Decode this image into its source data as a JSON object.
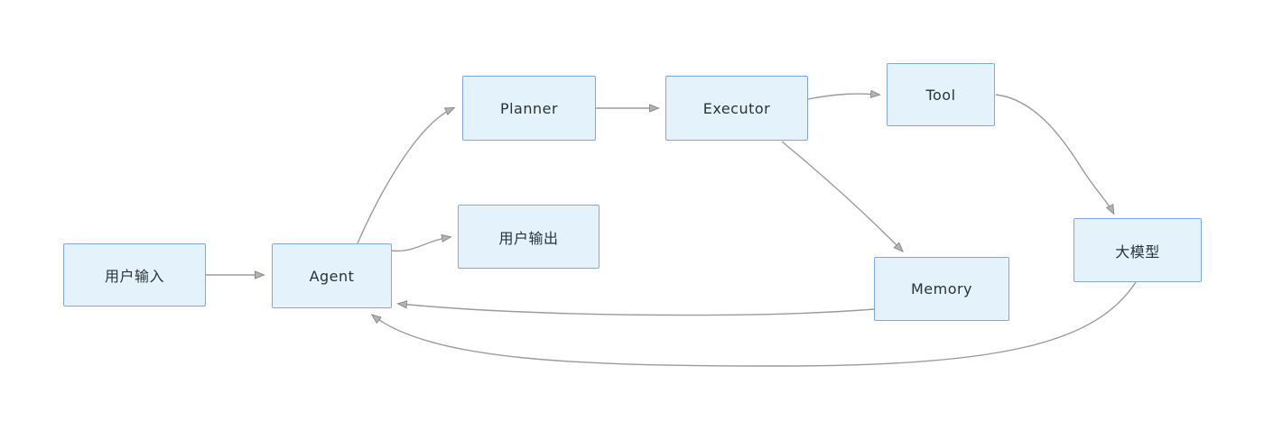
{
  "diagram": {
    "type": "flowchart",
    "background_color": "#ffffff",
    "node_fill_color": "#e4f2fc",
    "node_border_color": "#7ea9e6",
    "edge_color": "#9b9b9b",
    "text_color": "#29323c",
    "nodes": [
      {
        "id": "user-input",
        "label": "用户输入"
      },
      {
        "id": "agent",
        "label": "Agent"
      },
      {
        "id": "planner",
        "label": "Planner"
      },
      {
        "id": "executor",
        "label": "Executor"
      },
      {
        "id": "tool",
        "label": "Tool"
      },
      {
        "id": "user-output",
        "label": "用户输出"
      },
      {
        "id": "memory",
        "label": "Memory"
      },
      {
        "id": "big-model",
        "label": "大模型"
      }
    ],
    "edges": [
      {
        "from": "用户输入",
        "to": "Agent"
      },
      {
        "from": "Agent",
        "to": "Planner"
      },
      {
        "from": "Planner",
        "to": "Executor"
      },
      {
        "from": "Executor",
        "to": "Tool"
      },
      {
        "from": "Agent",
        "to": "用户输出"
      },
      {
        "from": "Executor",
        "to": "Memory"
      },
      {
        "from": "Tool",
        "to": "大模型"
      },
      {
        "from": "Memory",
        "to": "Agent"
      },
      {
        "from": "大模型",
        "to": "Agent"
      }
    ]
  }
}
